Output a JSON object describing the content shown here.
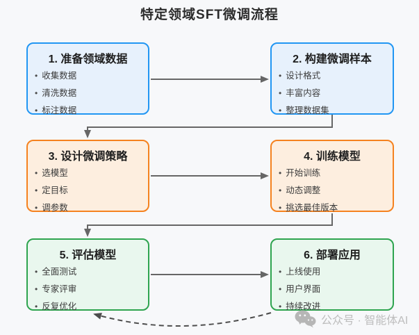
{
  "title": "特定领域SFT微调流程",
  "boxes": [
    {
      "title": "1. 准备领域数据",
      "items": [
        "收集数据",
        "清洗数据",
        "标注数据"
      ],
      "theme": "blue"
    },
    {
      "title": "2. 构建微调样本",
      "items": [
        "设计格式",
        "丰富内容",
        "整理数据集"
      ],
      "theme": "blue"
    },
    {
      "title": "3. 设计微调策略",
      "items": [
        "选模型",
        "定目标",
        "调参数"
      ],
      "theme": "orange"
    },
    {
      "title": "4. 训练模型",
      "items": [
        "开始训练",
        "动态调整",
        "挑选最佳版本"
      ],
      "theme": "orange"
    },
    {
      "title": "5. 评估模型",
      "items": [
        "全面测试",
        "专家评审",
        "反复优化"
      ],
      "theme": "green"
    },
    {
      "title": "6. 部署应用",
      "items": [
        "上线使用",
        "用户界面",
        "持续改进"
      ],
      "theme": "green"
    }
  ],
  "edges": [
    {
      "from": "1. 准备领域数据",
      "to": "2. 构建微调样本",
      "style": "solid"
    },
    {
      "from": "2. 构建微调样本",
      "to": "3. 设计微调策略",
      "style": "solid-elbow"
    },
    {
      "from": "3. 设计微调策略",
      "to": "4. 训练模型",
      "style": "solid"
    },
    {
      "from": "4. 训练模型",
      "to": "5. 评估模型",
      "style": "solid-elbow"
    },
    {
      "from": "5. 评估模型",
      "to": "6. 部署应用",
      "style": "solid"
    },
    {
      "from": "6. 部署应用",
      "to": "5. 评估模型",
      "style": "dashed-curve"
    }
  ],
  "colors": {
    "page_bg": "#F7F8FA",
    "title_text": "#2B2B2B",
    "blue_border": "#2196F3",
    "blue_bg": "#E7F1FC",
    "orange_border": "#F5821F",
    "orange_bg": "#FDEEDF",
    "green_border": "#2EA44F",
    "green_bg": "#E9F7EE",
    "arrow": "#666666",
    "dashed_arrow": "#4D4D4D",
    "watermark_text": "#BDBDBD"
  },
  "watermark": {
    "icon": "wechat-icon",
    "text": "公众号 · 智能体AI"
  }
}
